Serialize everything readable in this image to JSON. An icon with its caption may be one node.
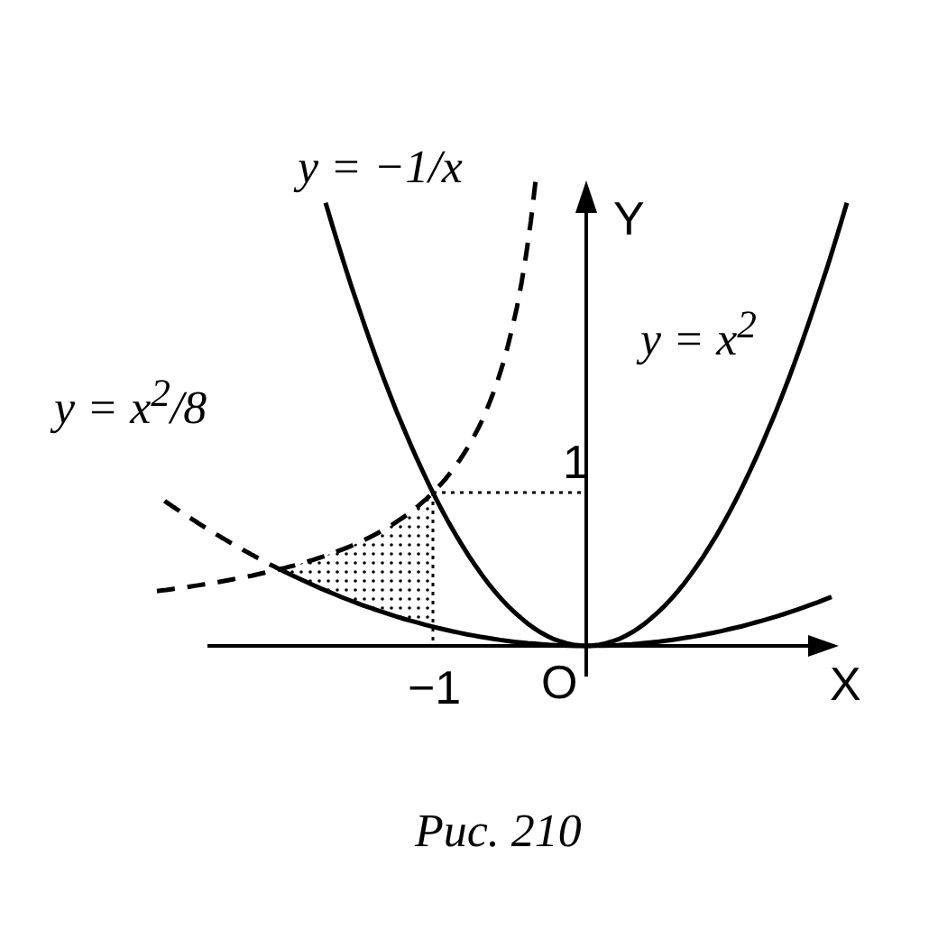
{
  "diagram": {
    "caption": "Рис. 210",
    "labels": [
      "y = −1/x",
      "Y",
      "y = x$^{2}$",
      "y = x$^{2}$/8",
      "1",
      "−1",
      "O",
      "X"
    ]
  }
}
